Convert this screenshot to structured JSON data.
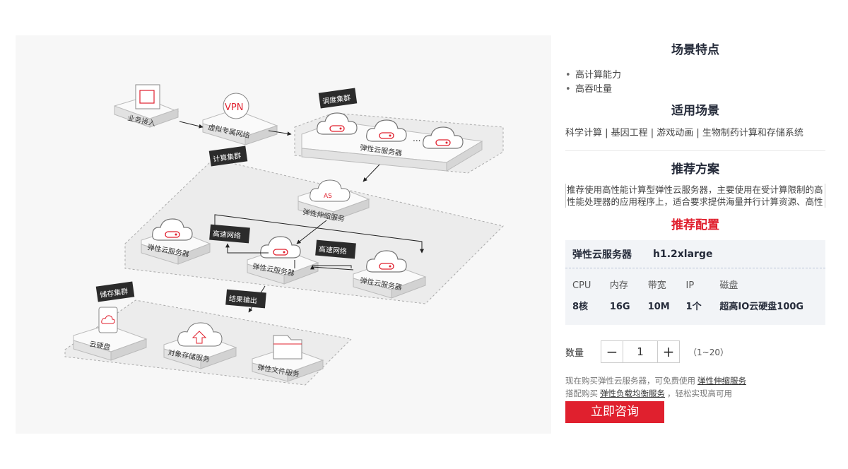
{
  "diagram": {
    "labels": {
      "business_access": "业务接入",
      "vpn": "VPN",
      "vpc": "虚拟专属网络",
      "scheduler_cluster": "调度集群",
      "ellipsis": "...",
      "ecs": "弹性云服务器",
      "compute_cluster": "计算集群",
      "auto_scaling": "弹性伸缩服务",
      "as_logo": "AS",
      "high_speed_net": "高速网络",
      "storage_cluster": "储存集群",
      "result_output": "结果输出",
      "evs": "云硬盘",
      "obs": "对象存储服务",
      "sfs": "弹性文件服务"
    }
  },
  "features": {
    "title": "场景特点",
    "items": [
      "高计算能力",
      "高吞吐量"
    ]
  },
  "scenarios": {
    "title": "适用场景",
    "text": "科学计算 | 基因工程 | 游戏动画 | 生物制药计算和存储系统"
  },
  "recommend": {
    "title": "推荐方案",
    "text": "推荐使用高性能计算型弹性云服务器，主要使用在受计算限制的高性能处理器的应用程序上，适合要求提供海量并行计算资源、高性能的基础设施服务。"
  },
  "config": {
    "title": "推荐配置",
    "product": "弹性云服务器",
    "model": "h1.2xlarge",
    "headers": [
      "CPU",
      "内存",
      "带宽",
      "IP",
      "磁盘"
    ],
    "values": [
      "8核",
      "16G",
      "10M",
      "1个",
      "超高IO云硬盘100G"
    ]
  },
  "quantity": {
    "label": "数量",
    "minus": "−",
    "value": "1",
    "plus": "+",
    "range": "（1~20）"
  },
  "promo": {
    "line1_prefix": "现在购买弹性云服务器，可免费使用",
    "line1_link": "弹性伸缩服务",
    "line2_prefix": "搭配购买",
    "line2_link": "弹性负载均衡服务",
    "line2_suffix": "，轻松实现高可用"
  },
  "cta": {
    "label": "立即咨询"
  },
  "colors": {
    "accent": "#e0202e",
    "tag_bg": "#2b2b2b",
    "diagram_bg": "#f7f7f7"
  }
}
